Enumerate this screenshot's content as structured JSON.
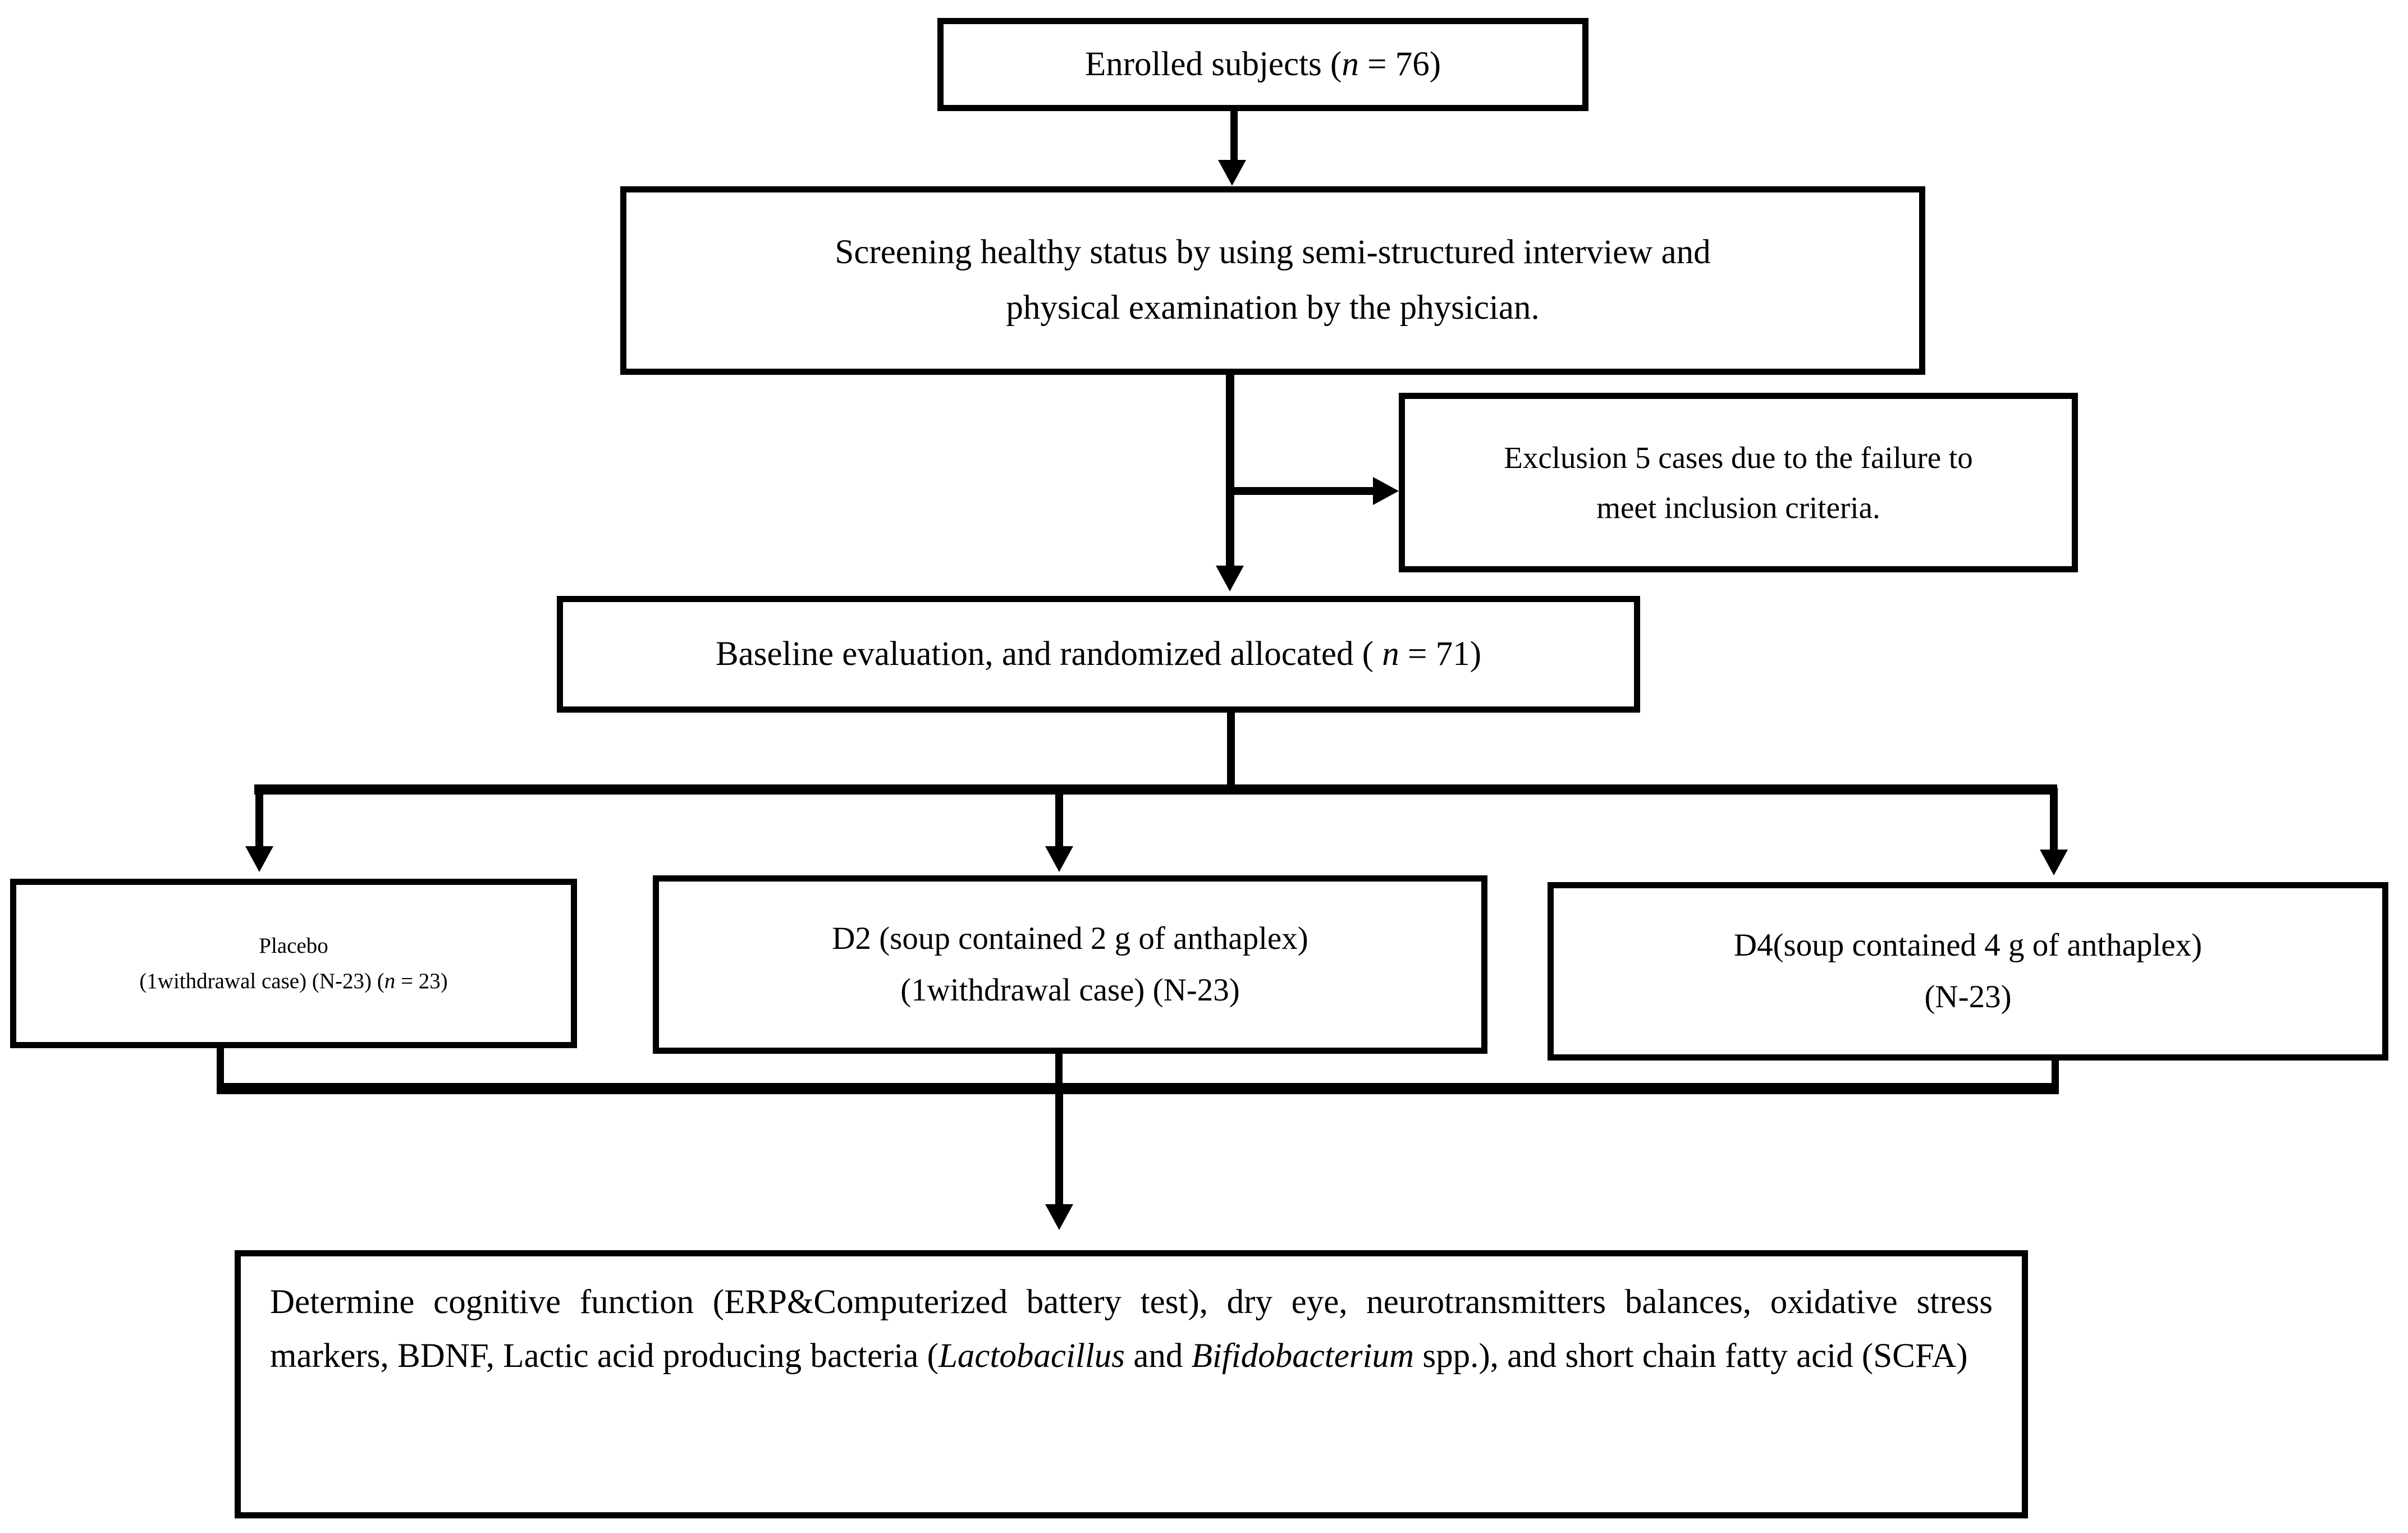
{
  "diagram": {
    "title": "CONSORT-style participant flow diagram",
    "type": "flowchart",
    "background_color": "#ffffff",
    "line_color": "#000000",
    "nodes": {
      "enrolled": {
        "line1_a": "Enrolled subjects (",
        "line1_n": "n",
        "line1_b": " = 76)"
      },
      "screening": {
        "line1": "Screening healthy status by using semi-structured interview and",
        "line2": "physical examination by the physician."
      },
      "exclusion": {
        "line1": "Exclusion 5 cases due to the failure to",
        "line2": "meet inclusion criteria."
      },
      "baseline": {
        "line1_a": "Baseline evaluation, and randomized allocated ( ",
        "line1_n": "n",
        "line1_b": " = 71)"
      },
      "placebo": {
        "line1": "Placebo",
        "line2_a": "(1withdrawal case) (N-23) (",
        "line2_n": "n",
        "line2_b": " = 23)"
      },
      "d2": {
        "line1": "D2 (soup contained 2 g of anthaplex)",
        "line2": "(1withdrawal case) (N-23)"
      },
      "d4": {
        "line1": "D4(soup contained 4 g of anthaplex)",
        "line2": "(N-23)"
      },
      "outcomes": {
        "part1": "Determine cognitive function (ERP&Computerized battery test), dry eye, neurotransmitters balances, oxidative stress markers, BDNF, Lactic acid producing bacteria (",
        "italic1": "Lactobacillus",
        "part2": " and ",
        "italic2": "Bifidobacterium",
        "part3": " spp.), and short chain fatty acid (SCFA)"
      }
    },
    "connectors": [
      "enrolled-to-screening",
      "screening-to-baseline",
      "screening-to-exclusion",
      "baseline-to-split-bar",
      "split-to-placebo",
      "split-to-d2",
      "split-to-d4",
      "placebo-to-merge",
      "d2-to-merge",
      "d4-to-merge",
      "merge-to-outcomes"
    ]
  }
}
